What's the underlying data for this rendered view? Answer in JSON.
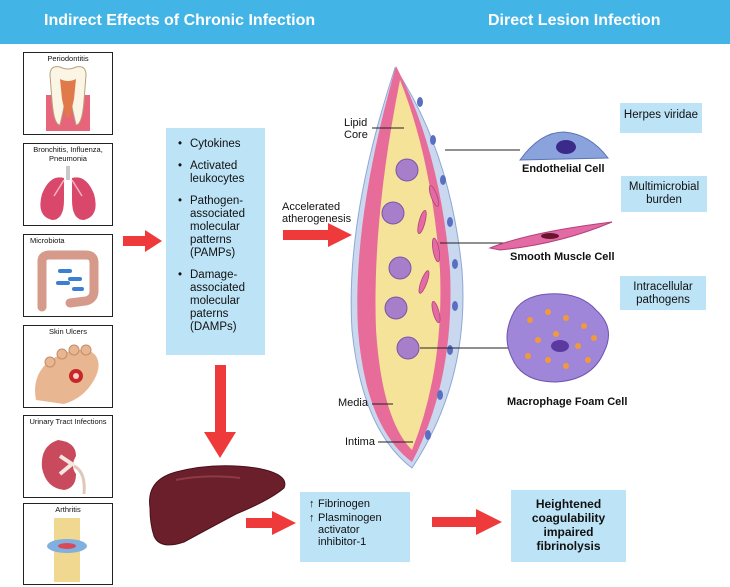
{
  "header": {
    "left_title": "Indirect Effects of Chronic Infection",
    "right_title": "Direct Lesion Infection"
  },
  "infections": [
    {
      "label": "Periodontitis",
      "icon": "tooth-icon"
    },
    {
      "label": "Bronchitis, Influenza, Pneumonia",
      "icon": "lungs-icon"
    },
    {
      "label": "Microbiota",
      "icon": "colon-icon"
    },
    {
      "label": "Skin Ulcers",
      "icon": "foot-ulcer-icon"
    },
    {
      "label": "Urinary Tract Infections",
      "icon": "kidney-icon"
    },
    {
      "label": "Arthritis",
      "icon": "knee-joint-icon"
    }
  ],
  "mediators": {
    "items": [
      "Cytokines",
      "Activated leukocytes",
      "Pathogen-associated molecular patterns (PAMPs)",
      "Damage-associated molecular paterns (DAMPs)"
    ]
  },
  "atherogenesis_label": "Accelerated atherogenesis",
  "vessel": {
    "lipid_core": "Lipid Core",
    "media": "Media",
    "intima": "Intima"
  },
  "cells": {
    "endothelial": "Endothelial Cell",
    "smooth_muscle": "Smooth Muscle Cell",
    "macrophage": "Macrophage Foam Cell"
  },
  "direct_infection": {
    "herpes": "Herpes viridae",
    "multimicrobial": "Multimicrobial burden",
    "intracellular": "Intracellular pathogens"
  },
  "liver": {
    "items": [
      "Fibrinogen",
      "Plasminogen activator inhibitor-1"
    ],
    "arrow": "↑"
  },
  "outcome": "Heightened coagulability impaired fibrinolysis",
  "colors": {
    "banner": "#42b4e6",
    "box": "#bde3f7",
    "arrow": "#ee3a3a",
    "liver": "#6b1f2a"
  }
}
